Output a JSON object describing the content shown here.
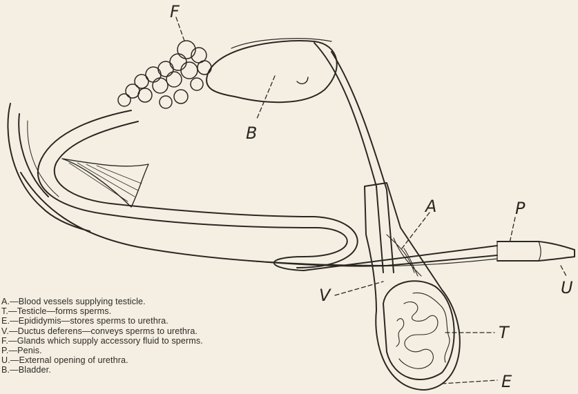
{
  "diagram": {
    "labels": {
      "F": "F",
      "B": "B",
      "A": "A",
      "P": "P",
      "V": "V",
      "T": "T",
      "E": "E",
      "U": "U"
    },
    "legend": [
      "A.—Blood vessels supplying testicle.",
      "T.—Testicle—forms sperms.",
      "E.—Epididymis—stores sperms to urethra.",
      "V.—Ductus deferens—conveys sperms to urethra.",
      "F.—Glands which supply accessory fluid to sperms.",
      "P.—Penis.",
      "U.—External opening of urethra.",
      "B.—Bladder."
    ]
  }
}
